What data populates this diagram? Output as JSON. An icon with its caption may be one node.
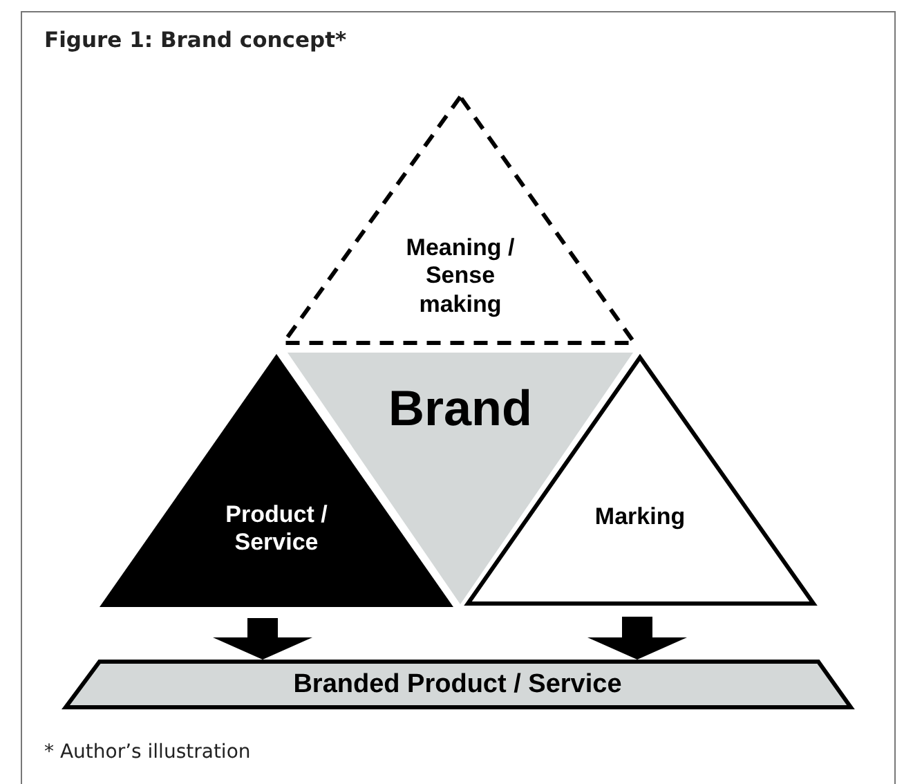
{
  "diagram": {
    "title": "Figure 1:  Brand concept*",
    "caption": "* Author’s illustration",
    "nodes": [
      {
        "text": [
          "Meaning / Sense making"
        ]
      },
      {
        "text": [
          "Brand"
        ]
      },
      {
        "text": [
          "Product / Service"
        ]
      },
      {
        "text": [
          "Marking"
        ]
      },
      {
        "text": [
          "Branded Product / Service"
        ]
      }
    ],
    "edges": [
      {
        "from": 2,
        "to": 4,
        "arrow": "to"
      },
      {
        "from": 3,
        "to": 4,
        "arrow": "to"
      }
    ]
  }
}
